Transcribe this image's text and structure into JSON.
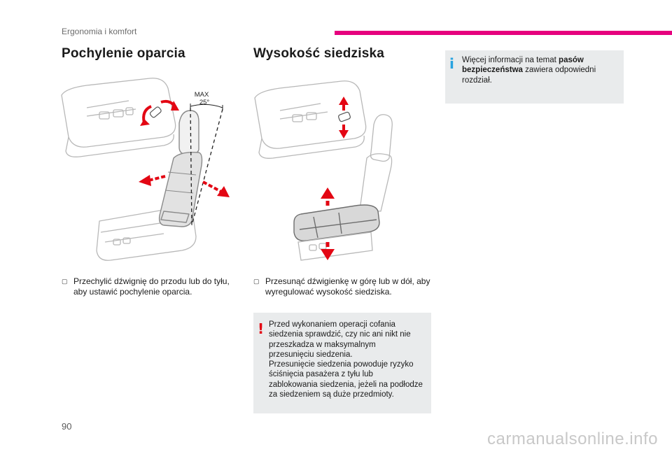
{
  "header": {
    "section": "Ergonomia i komfort",
    "accent_color": "#e6007e"
  },
  "left": {
    "title": "Pochylenie oparcia",
    "figure": {
      "angle_label_1": "MAX",
      "angle_label_2": "25°"
    },
    "bullet": "Przechylić dźwignię do przodu lub do tyłu, aby ustawić pochylenie oparcia."
  },
  "middle": {
    "title": "Wysokość siedziska",
    "bullet": "Przesunąć dźwigienkę w górę lub w dół, aby wyregulować wysokość siedziska.",
    "warning": "Przed wykonaniem operacji cofania siedzenia sprawdzić, czy nic ani nikt nie przeszkadza w maksymalnym przesunięciu siedzenia.\nPrzesunięcie siedzenia powoduje ryzyko ściśnięcia pasażera z tyłu lub zablokowania siedzenia, jeżeli na podłodze za siedzeniem są duże przedmioty."
  },
  "right": {
    "info_pre": "Więcej informacji na temat ",
    "info_bold": "pasów bezpieczeństwa",
    "info_post": " zawiera odpowiedni rozdział."
  },
  "icons": {
    "bullet": "bullet-square-icon",
    "warning": "exclamation-icon",
    "info": "info-icon"
  },
  "colors": {
    "arrow": "#e30613",
    "warning_mark": "#e30613",
    "info_mark": "#29a3e0",
    "box_bg": "#e9ebec"
  },
  "footer": {
    "page_number": "90",
    "watermark": "carmanualsonline.info"
  }
}
